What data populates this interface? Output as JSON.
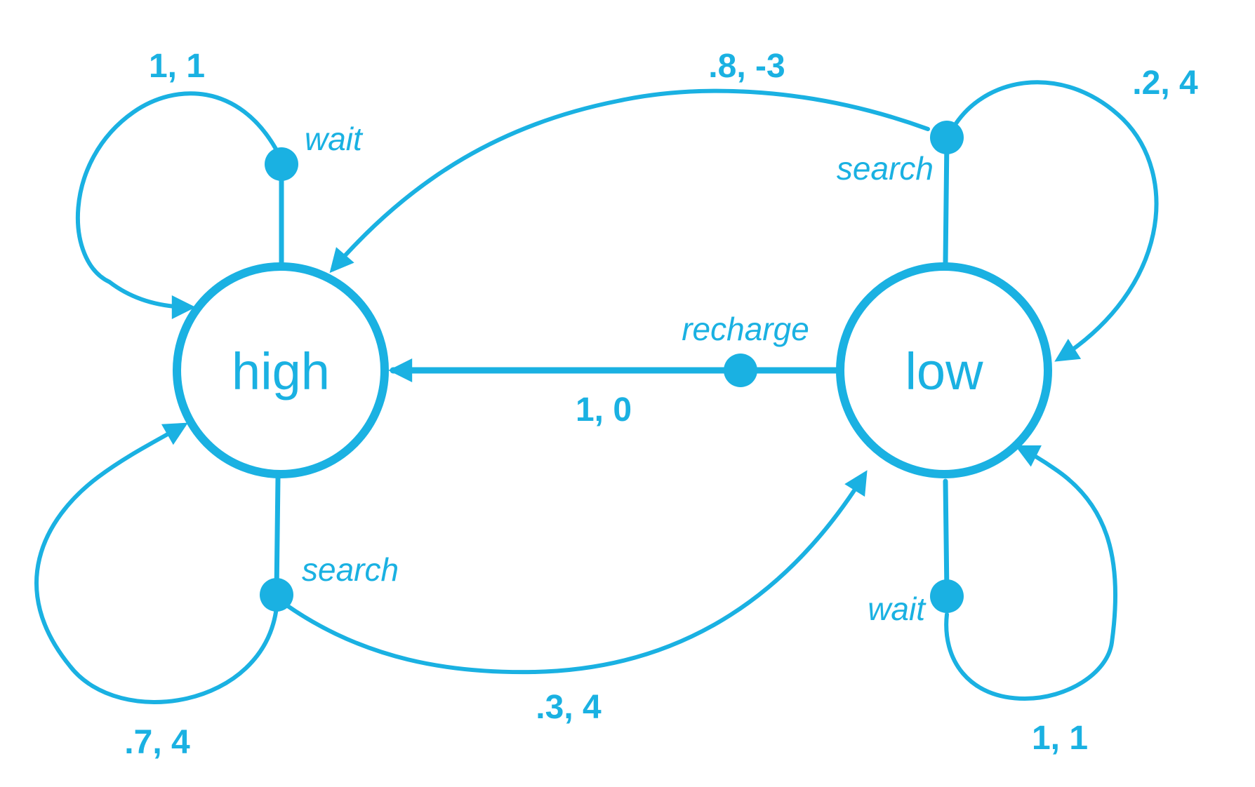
{
  "colors": {
    "accent": "#1ab1e2",
    "background": "#ffffff"
  },
  "states": {
    "high": "high",
    "low": "low"
  },
  "actions": {
    "high_wait": "wait",
    "high_search": "search",
    "low_search": "search",
    "low_wait": "wait",
    "recharge": "recharge"
  },
  "transitions": {
    "high_wait_self": "1, 1",
    "high_search_self": ".7, 4",
    "high_search_to_low": ".3, 4",
    "low_search_to_high": ".8, -3",
    "low_search_self": ".2, 4",
    "low_wait_self": "1, 1",
    "low_recharge_to_high": "1, 0"
  }
}
